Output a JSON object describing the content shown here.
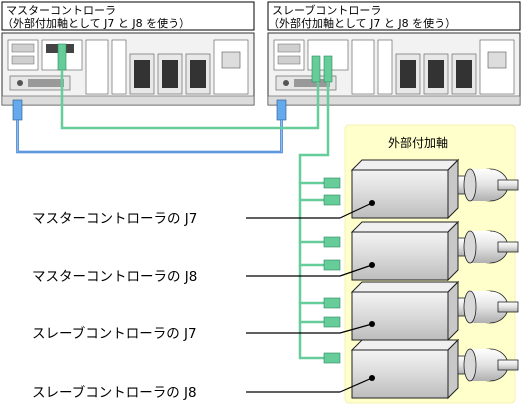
{
  "master": {
    "title": "マスターコントローラ",
    "subtitle": "（外部付加軸として J7 と J8 を使う）"
  },
  "slave": {
    "title": "スレーブコントローラ",
    "subtitle": "（外部付加軸として J7 と J8 を使う）"
  },
  "external_axis": {
    "title": "外部付加軸"
  },
  "motor_labels": [
    "マスターコントローラの J7",
    "マスターコントローラの J8",
    "スレーブコントローラの J7",
    "スレーブコントローラの J8"
  ],
  "colors": {
    "highlight_bg": "#ffffcc",
    "green_cable": "#66cc99",
    "blue_cable": "#3377cc",
    "motor_gray": "#e6e6e6"
  }
}
